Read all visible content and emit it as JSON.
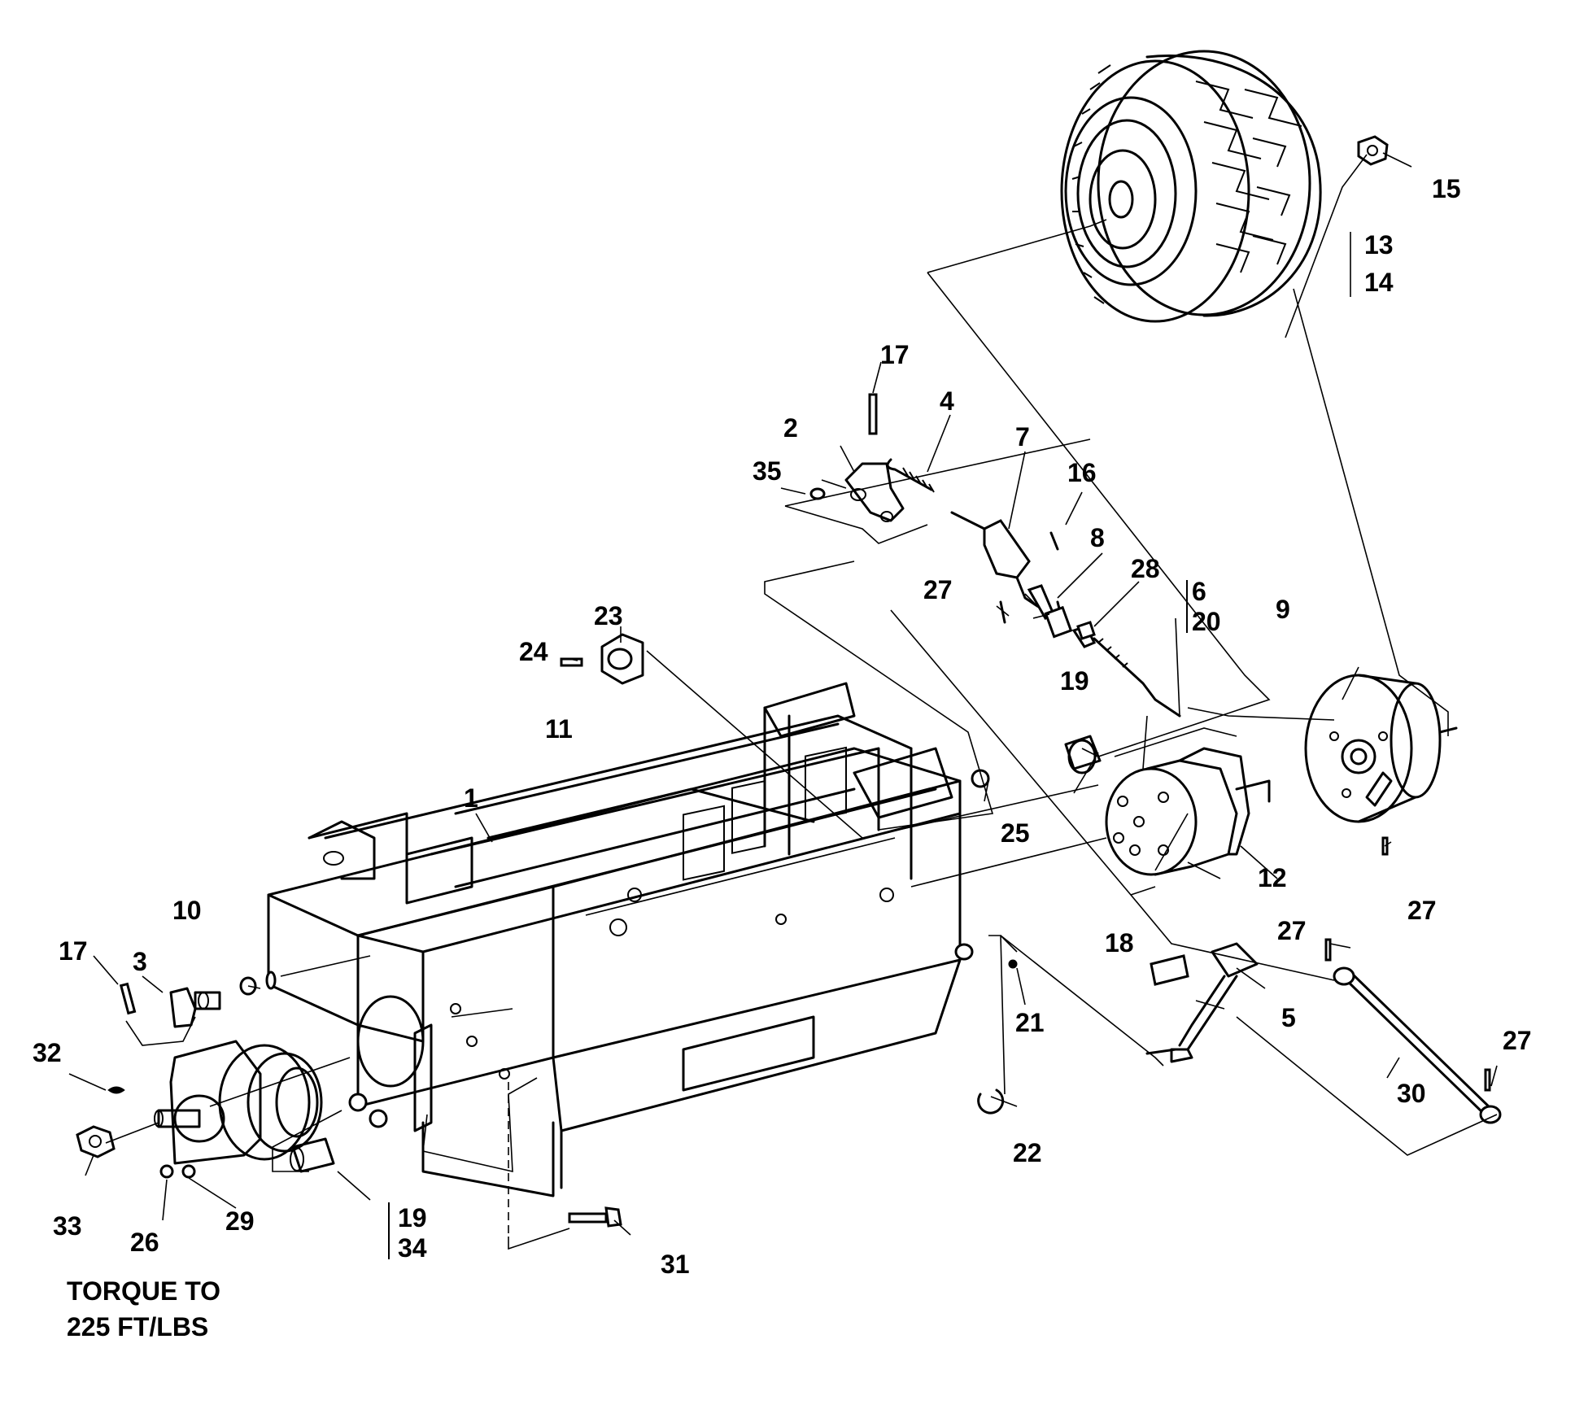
{
  "diagram": {
    "callouts": [
      {
        "id": "c1",
        "label": "1"
      },
      {
        "id": "c2",
        "label": "2"
      },
      {
        "id": "c3",
        "label": "3"
      },
      {
        "id": "c4",
        "label": "4"
      },
      {
        "id": "c5",
        "label": "5"
      },
      {
        "id": "c6",
        "label": "6"
      },
      {
        "id": "c7",
        "label": "7"
      },
      {
        "id": "c8",
        "label": "8"
      },
      {
        "id": "c9",
        "label": "9"
      },
      {
        "id": "c10",
        "label": "10"
      },
      {
        "id": "c11",
        "label": "11"
      },
      {
        "id": "c12",
        "label": "12"
      },
      {
        "id": "c13",
        "label": "13"
      },
      {
        "id": "c14",
        "label": "14"
      },
      {
        "id": "c15",
        "label": "15"
      },
      {
        "id": "c16",
        "label": "16"
      },
      {
        "id": "c17a",
        "label": "17"
      },
      {
        "id": "c17b",
        "label": "17"
      },
      {
        "id": "c18",
        "label": "18"
      },
      {
        "id": "c19a",
        "label": "19"
      },
      {
        "id": "c19b",
        "label": "19"
      },
      {
        "id": "c20",
        "label": "20"
      },
      {
        "id": "c21",
        "label": "21"
      },
      {
        "id": "c22",
        "label": "22"
      },
      {
        "id": "c23",
        "label": "23"
      },
      {
        "id": "c24",
        "label": "24"
      },
      {
        "id": "c25",
        "label": "25"
      },
      {
        "id": "c26",
        "label": "26"
      },
      {
        "id": "c27a",
        "label": "27"
      },
      {
        "id": "c27b",
        "label": "27"
      },
      {
        "id": "c27c",
        "label": "27"
      },
      {
        "id": "c27d",
        "label": "27"
      },
      {
        "id": "c28",
        "label": "28"
      },
      {
        "id": "c29",
        "label": "29"
      },
      {
        "id": "c30",
        "label": "30"
      },
      {
        "id": "c31",
        "label": "31"
      },
      {
        "id": "c32",
        "label": "32"
      },
      {
        "id": "c33",
        "label": "33"
      },
      {
        "id": "c34",
        "label": "34"
      },
      {
        "id": "c35",
        "label": "35"
      }
    ],
    "note": {
      "line1": "TORQUE TO",
      "line2": "225 FT/LBS"
    }
  }
}
